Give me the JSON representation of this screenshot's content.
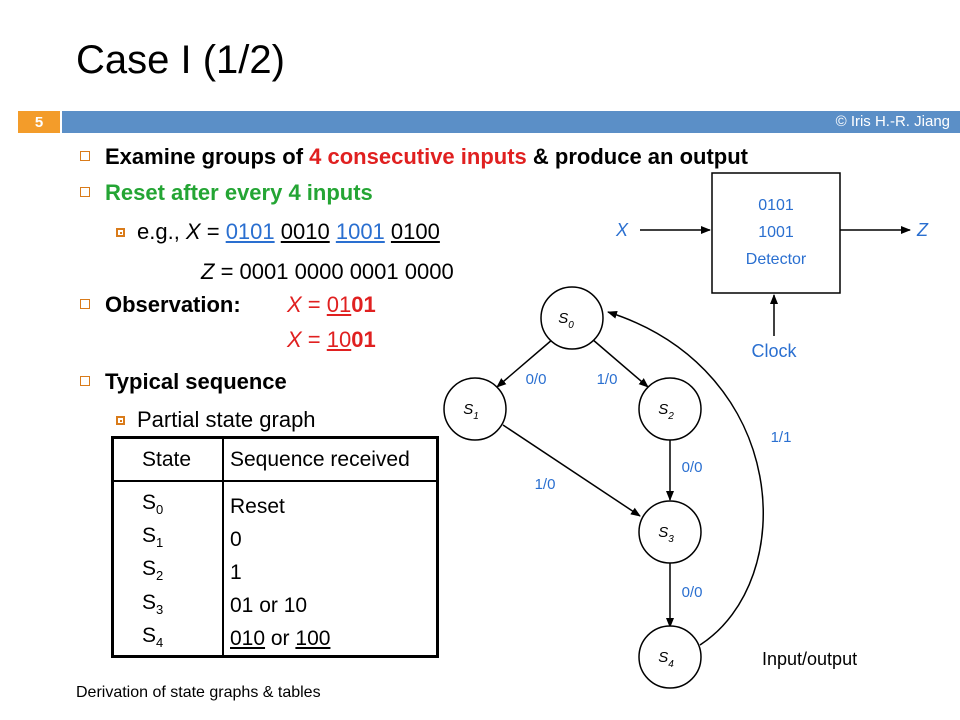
{
  "title": "Case I (1/2)",
  "page_number": "5",
  "copyright": "© Iris H.-R. Jiang",
  "bullets": {
    "b1_black1": "Examine groups of ",
    "b1_red": "4 consecutive inputs",
    "b1_black2": " & produce an output",
    "b2": "Reset after every 4 inputs",
    "example_prefix": "e.g., ",
    "x_var": "X",
    "z_var": "Z",
    "eq": " = ",
    "x_groups": [
      "0101",
      "0010",
      "1001",
      "0100"
    ],
    "z_groups": [
      "0001",
      "0000",
      "0001",
      "0000"
    ],
    "obs_label": "Observation:",
    "obs1_a": "01",
    "obs1_b": "01",
    "obs2_a": "10",
    "obs2_b": "01",
    "typical": "Typical sequence",
    "partial": "Partial state graph"
  },
  "table": {
    "headers": [
      "State",
      "Sequence received"
    ],
    "rows": [
      {
        "state": "S",
        "sub": "0",
        "seq": "Reset"
      },
      {
        "state": "S",
        "sub": "1",
        "seq": "0"
      },
      {
        "state": "S",
        "sub": "2",
        "seq": "1"
      },
      {
        "state": "S",
        "sub": "3",
        "seq": "01 or 10"
      },
      {
        "state": "S",
        "sub": "4",
        "seq_a": "010",
        "seq_or": " or ",
        "seq_b": "100"
      }
    ]
  },
  "detector": {
    "line1": "0101",
    "line2": "1001",
    "line3": "Detector",
    "input": "X",
    "output": "Z",
    "clock": "Clock"
  },
  "graph": {
    "states": [
      "S",
      "S",
      "S",
      "S",
      "S"
    ],
    "subs": [
      "0",
      "1",
      "2",
      "3",
      "4"
    ],
    "edges": [
      {
        "from": "S0",
        "to": "S1",
        "label": "0/0"
      },
      {
        "from": "S0",
        "to": "S2",
        "label": "1/0"
      },
      {
        "from": "S1",
        "to": "S3",
        "label": "1/0"
      },
      {
        "from": "S2",
        "to": "S3",
        "label": "0/0"
      },
      {
        "from": "S3",
        "to": "S4",
        "label": "0/0"
      },
      {
        "from": "S4",
        "to": "S0",
        "label": "1/1"
      }
    ],
    "legend": "Input/output"
  },
  "footer": "Derivation of state graphs & tables",
  "colors": {
    "bar": "#5b8fc7",
    "page_badge": "#f39c2a",
    "bullet": "#d97b1a",
    "red": "#e02020",
    "green": "#24a534",
    "blue": "#2a6fd0"
  }
}
